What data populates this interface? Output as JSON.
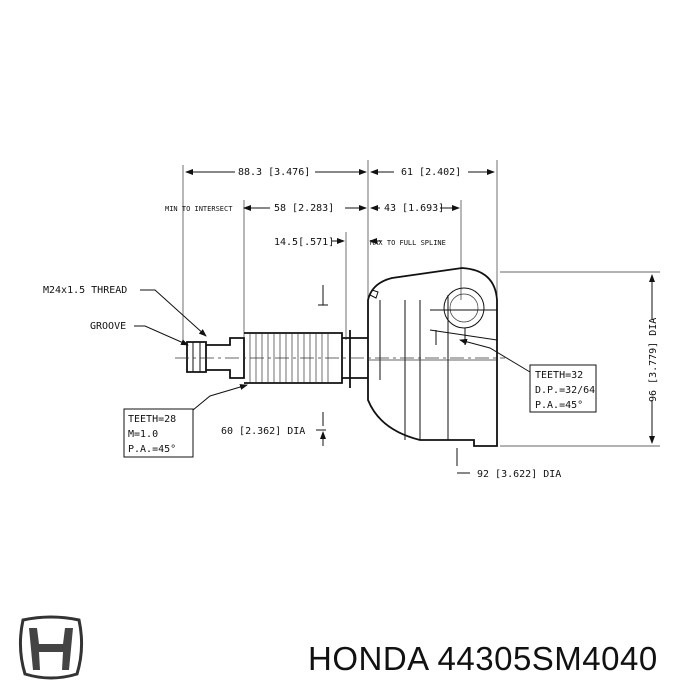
{
  "caption": {
    "brand": "HONDA",
    "part_number": "44305SM4040"
  },
  "logo": {
    "name": "honda-logo",
    "lettering": "H"
  },
  "dimensions": {
    "overall_to_center": "88.3 [3.476]",
    "outer_length": "61 [2.402]",
    "min_to_intersect_label": "MIN TO INTERSECT",
    "min_to_intersect": "58 [2.283]",
    "spline_length": "43 [1.693]",
    "max_to_full_spline": "14.5[.571]",
    "max_to_full_spline_label": "MAX TO FULL SPLINE",
    "thread": "M24x1.5 THREAD",
    "groove": "GROOVE",
    "shaft_dia": "60 [2.362] DIA",
    "outer_dia": "96 [3.779] DIA",
    "housing_dia": "92 [3.622] DIA"
  },
  "specs": {
    "shaft": {
      "teeth": "TEETH=28",
      "module": "M=1.0",
      "pa": "P.A.=45°"
    },
    "inner": {
      "teeth": "TEETH=32",
      "dp": "D.P.=32/64",
      "pa": "P.A.=45°"
    }
  },
  "colors": {
    "line": "#111111",
    "background": "#ffffff"
  }
}
